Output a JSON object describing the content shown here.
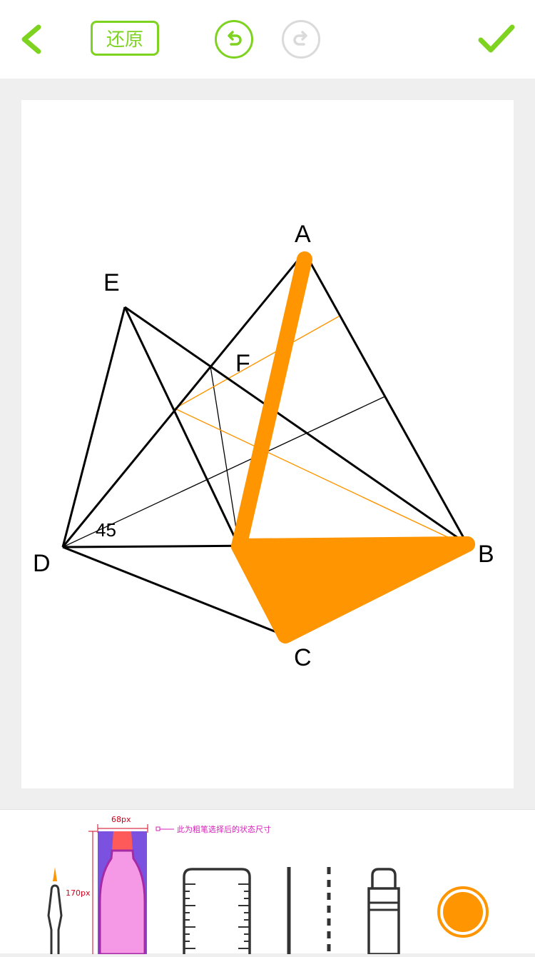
{
  "header": {
    "back_icon": "chevron-left-icon",
    "restore_label": "还原",
    "undo_icon": "undo-icon",
    "redo_icon": "redo-icon",
    "confirm_icon": "checkmark-icon"
  },
  "colors": {
    "accent": "#7ed321",
    "disabled": "#dadada",
    "pen_orange": "#ff9500",
    "highlight_purple": "#7b52e0",
    "highlight_pink": "#f598e6",
    "annotation_red": "#d0021b",
    "annotation_pink": "#d620b8"
  },
  "diagram": {
    "labels": {
      "A": "A",
      "B": "B",
      "C": "C",
      "D": "D",
      "E": "E",
      "F": "F",
      "angle": "45"
    }
  },
  "toolbar": {
    "tools": [
      "pen-thin",
      "pen-thick",
      "ruler",
      "solid-line",
      "dashed-line",
      "eraser",
      "color-picker"
    ],
    "selected_tool": "pen-thick",
    "selected_color": "#ff9500"
  },
  "annotations": {
    "width_label": "68px",
    "height_label": "170px",
    "note": "此为粗笔选择后的状态尺寸"
  }
}
